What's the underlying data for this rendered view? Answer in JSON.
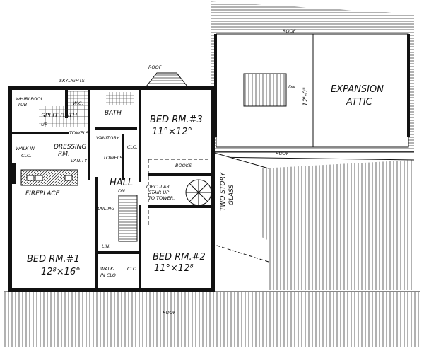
{
  "plan": {
    "labels": {
      "skylights": "SKYLIGHTS",
      "roof": "ROOF",
      "whirlpool": "WHIRLPOOL",
      "tub": "TUB",
      "split_bath": "SPLIT BATH",
      "up": "UP",
      "wc": "W.C.",
      "bath": "BATH",
      "towels": "TOWELS",
      "vanitory": "VANITORY",
      "walk_in_clo": "WALK-IN",
      "clo": "CLO.",
      "dressing": "DRESSING",
      "rm": "RM.",
      "vanity": "VANITY",
      "fireplace": "FIREPLACE",
      "bed3": "BED RM.#3",
      "bed3_size": "11°×12°",
      "books": "BOOKS",
      "hall": "HALL",
      "dn": "DN.",
      "circular1": "CIRCULAR",
      "circular2": "STAIR UP",
      "circular3": "TO TOWER.",
      "railing": "RAILING",
      "lin": "LIN.",
      "bed1": "BED RM.#1",
      "bed1_size": "12⁸×16°",
      "walk_in": "WALK-",
      "in_clo": "IN CLO",
      "bed2": "BED RM.#2",
      "bed2_size": "11°×12⁸",
      "two_story": "TWO STORY",
      "glass": "GLASS",
      "expansion": "EXPANSION",
      "attic": "ATTIC",
      "dimension": "12'-0\""
    }
  }
}
